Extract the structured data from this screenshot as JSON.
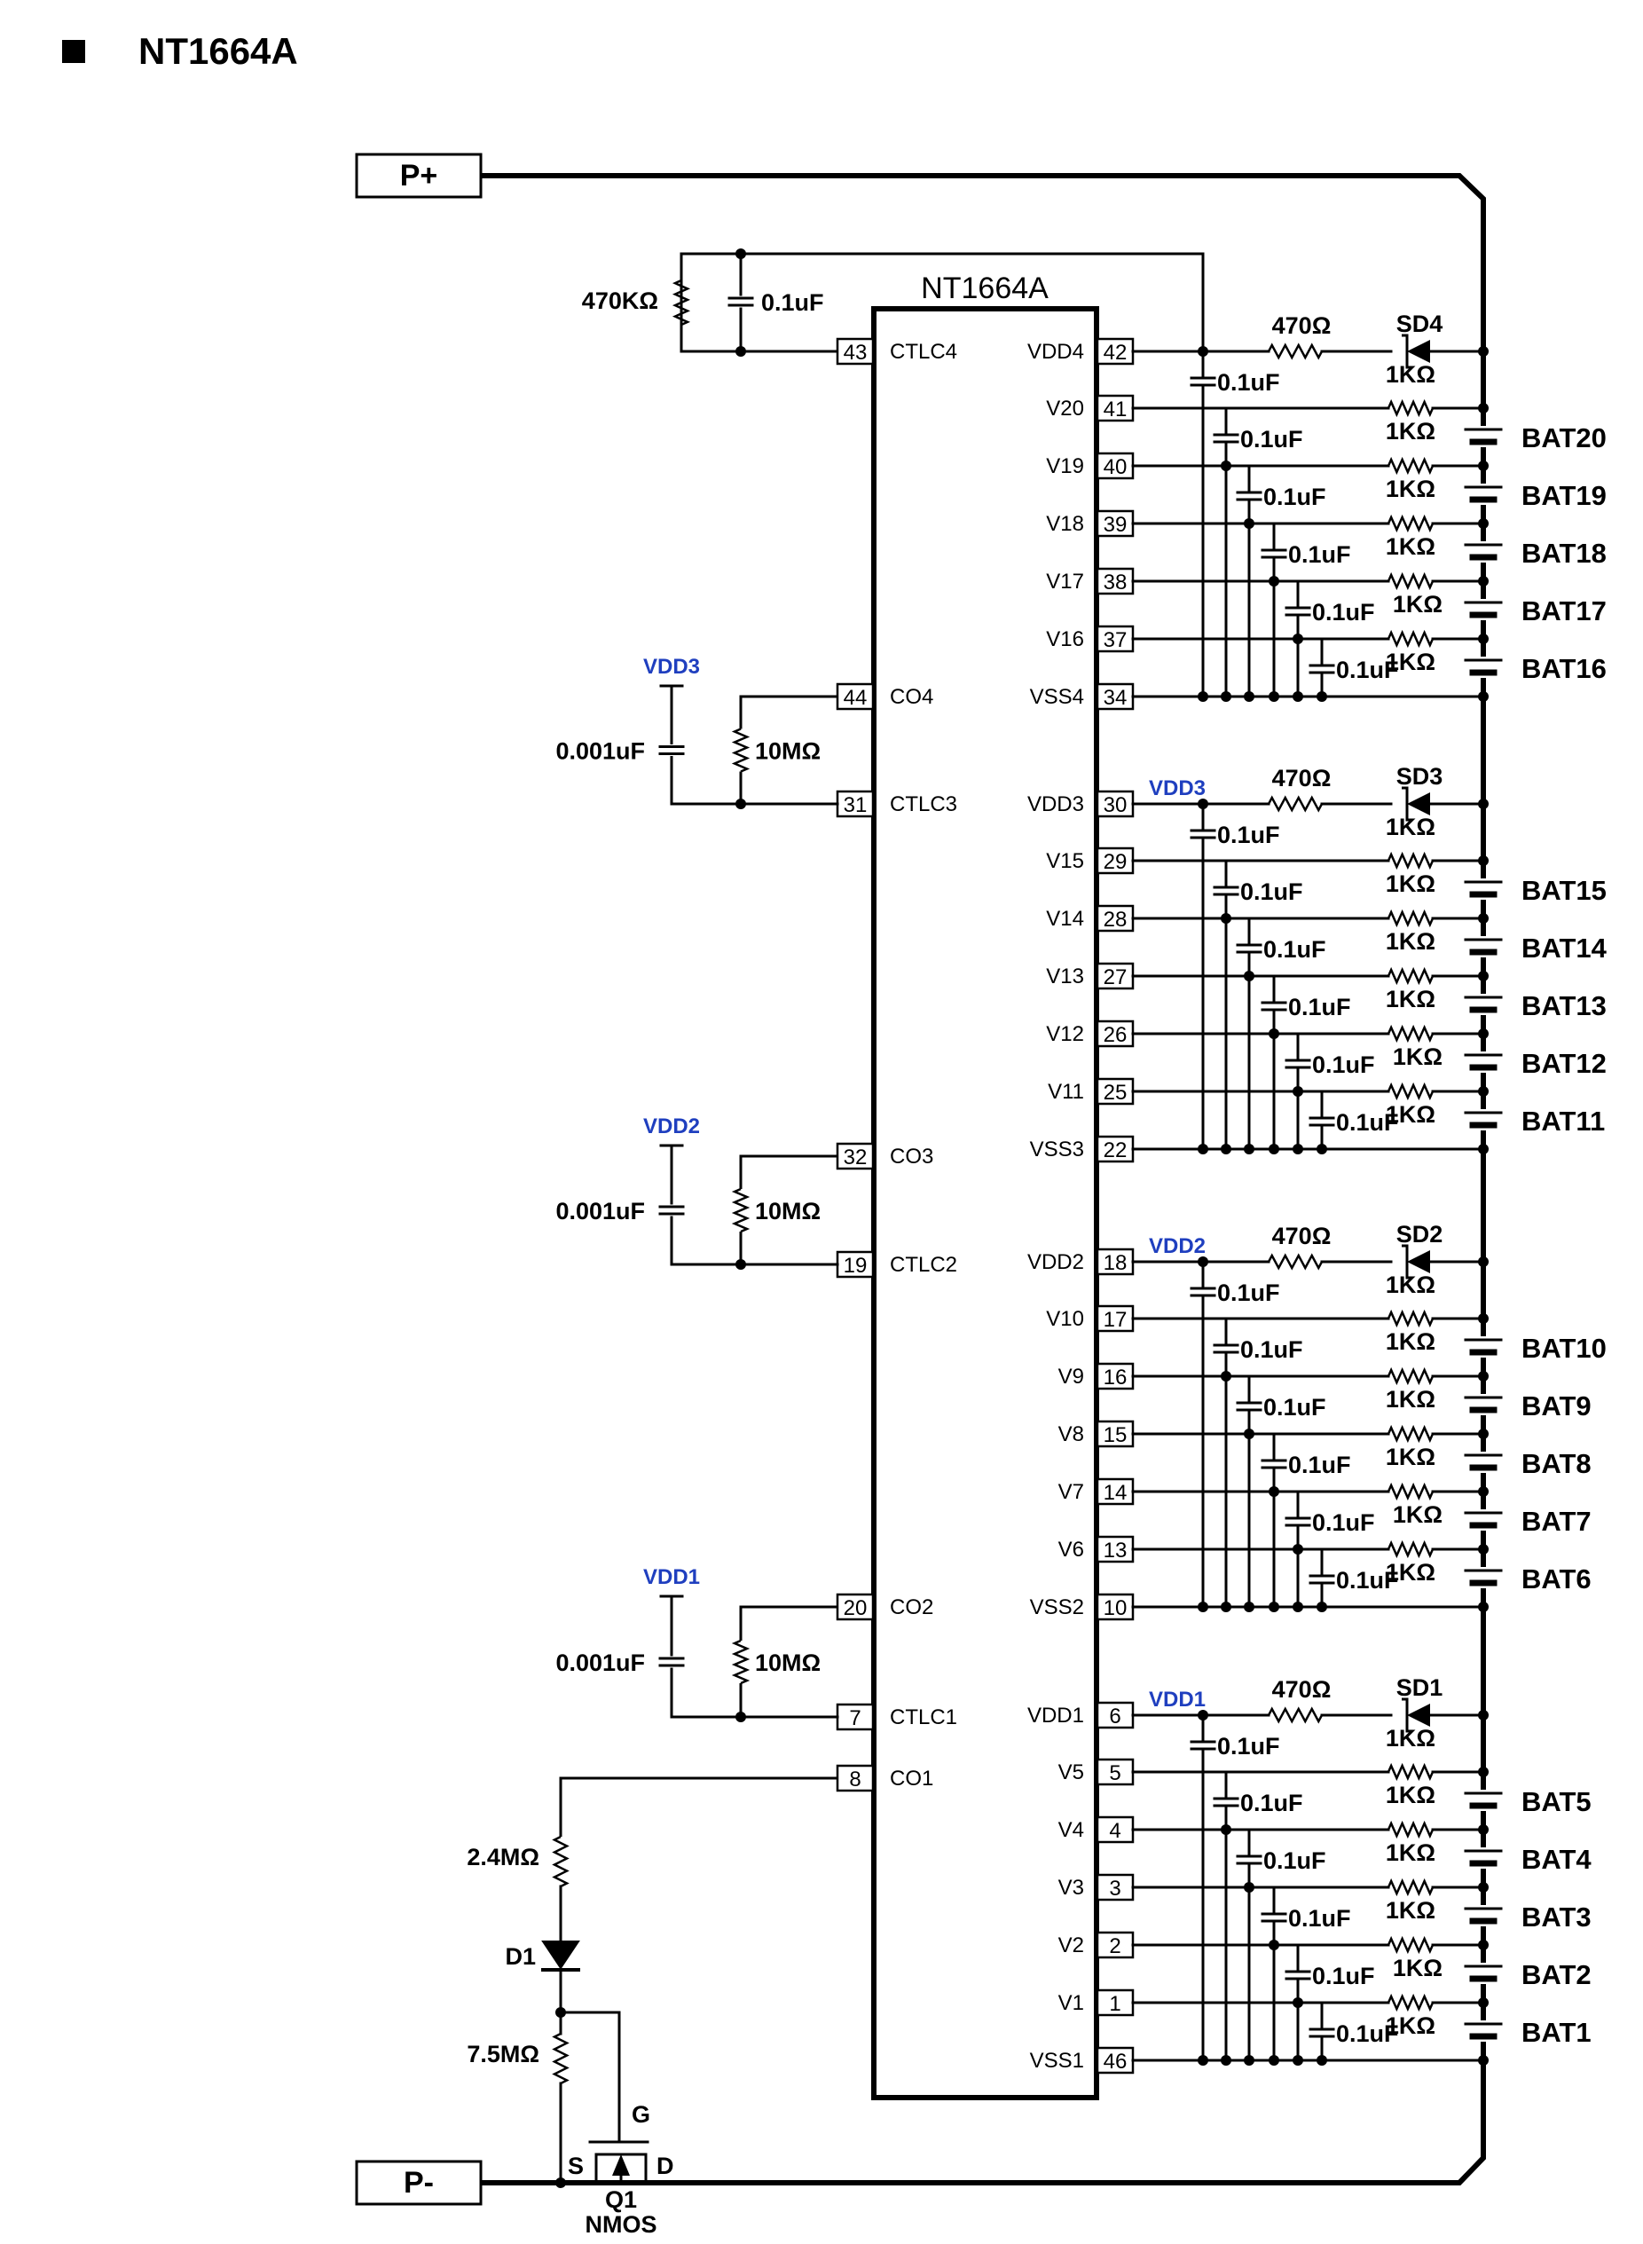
{
  "header": {
    "title": "NT1664A"
  },
  "chip": {
    "name": "NT1664A"
  },
  "terminals": {
    "p_plus": "P+",
    "p_minus": "P-"
  },
  "top": {
    "r_ctlc4": "470KΩ",
    "c_ctlc4": "0.1uF"
  },
  "left_pins": [
    {
      "num": "43",
      "label": "CTLC4"
    },
    {
      "num": "44",
      "label": "CO4"
    },
    {
      "num": "31",
      "label": "CTLC3"
    },
    {
      "num": "32",
      "label": "CO3"
    },
    {
      "num": "19",
      "label": "CTLC2"
    },
    {
      "num": "20",
      "label": "CO2"
    },
    {
      "num": "7",
      "label": "CTLC1"
    },
    {
      "num": "8",
      "label": "CO1"
    }
  ],
  "left_networks": [
    {
      "vdd": "VDD3",
      "cap": "0.001uF",
      "res": "10MΩ"
    },
    {
      "vdd": "VDD2",
      "cap": "0.001uF",
      "res": "10MΩ"
    },
    {
      "vdd": "VDD1",
      "cap": "0.001uF",
      "res": "10MΩ"
    }
  ],
  "blocks": [
    {
      "vdd_label": "VDD4",
      "vdd_net": "",
      "diode": "SD4",
      "rvdd": "470Ω",
      "pins": [
        {
          "label": "VDD4",
          "num": "42"
        },
        {
          "label": "V20",
          "num": "41"
        },
        {
          "label": "V19",
          "num": "40"
        },
        {
          "label": "V18",
          "num": "39"
        },
        {
          "label": "V17",
          "num": "38"
        },
        {
          "label": "V16",
          "num": "37"
        },
        {
          "label": "VSS4",
          "num": "34"
        }
      ],
      "bats": [
        "BAT20",
        "BAT19",
        "BAT18",
        "BAT17",
        "BAT16"
      ]
    },
    {
      "vdd_label": "VDD3",
      "vdd_net": "VDD3",
      "diode": "SD3",
      "rvdd": "470Ω",
      "pins": [
        {
          "label": "VDD3",
          "num": "30"
        },
        {
          "label": "V15",
          "num": "29"
        },
        {
          "label": "V14",
          "num": "28"
        },
        {
          "label": "V13",
          "num": "27"
        },
        {
          "label": "V12",
          "num": "26"
        },
        {
          "label": "V11",
          "num": "25"
        },
        {
          "label": "VSS3",
          "num": "22"
        }
      ],
      "bats": [
        "BAT15",
        "BAT14",
        "BAT13",
        "BAT12",
        "BAT11"
      ]
    },
    {
      "vdd_label": "VDD2",
      "vdd_net": "VDD2",
      "diode": "SD2",
      "rvdd": "470Ω",
      "pins": [
        {
          "label": "VDD2",
          "num": "18"
        },
        {
          "label": "V10",
          "num": "17"
        },
        {
          "label": "V9",
          "num": "16"
        },
        {
          "label": "V8",
          "num": "15"
        },
        {
          "label": "V7",
          "num": "14"
        },
        {
          "label": "V6",
          "num": "13"
        },
        {
          "label": "VSS2",
          "num": "10"
        }
      ],
      "bats": [
        "BAT10",
        "BAT9",
        "BAT8",
        "BAT7",
        "BAT6"
      ]
    },
    {
      "vdd_label": "VDD1",
      "vdd_net": "VDD1",
      "diode": "SD1",
      "rvdd": "470Ω",
      "pins": [
        {
          "label": "VDD1",
          "num": "6"
        },
        {
          "label": "V5",
          "num": "5"
        },
        {
          "label": "V4",
          "num": "4"
        },
        {
          "label": "V3",
          "num": "3"
        },
        {
          "label": "V2",
          "num": "2"
        },
        {
          "label": "V1",
          "num": "1"
        },
        {
          "label": "VSS1",
          "num": "46"
        }
      ],
      "bats": [
        "BAT5",
        "BAT4",
        "BAT3",
        "BAT2",
        "BAT1"
      ]
    }
  ],
  "cell_res": "1KΩ",
  "cell_cap": "0.1uF",
  "bottom": {
    "r1": "2.4MΩ",
    "d1": "D1",
    "r2": "7.5MΩ",
    "g": "G",
    "s": "S",
    "d": "D",
    "q_name": "Q1",
    "q_type": "NMOS"
  }
}
